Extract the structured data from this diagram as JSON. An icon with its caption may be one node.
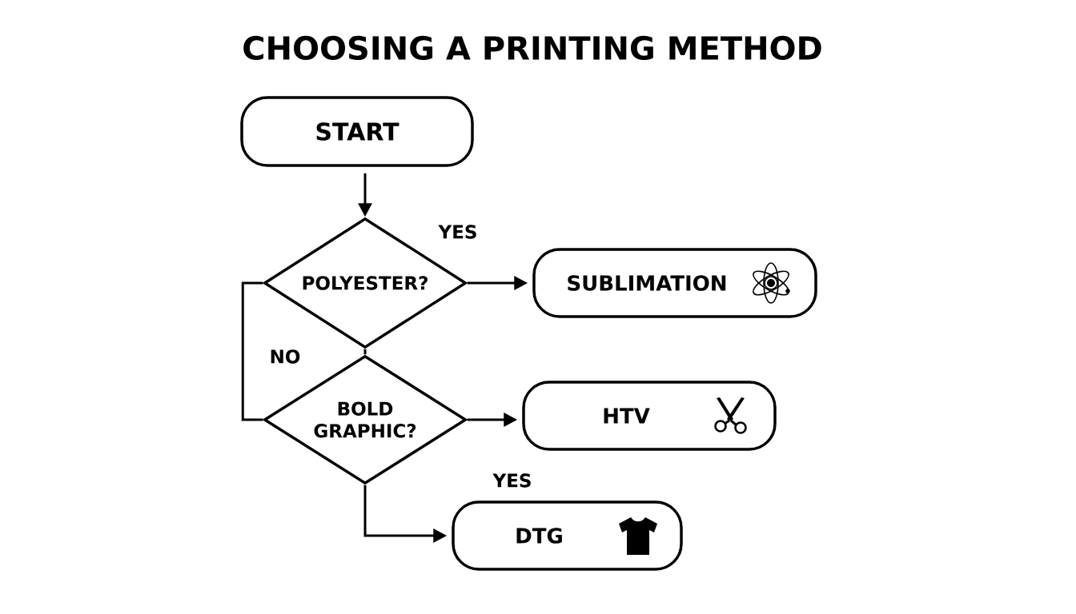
{
  "diagram": {
    "title": "CHOOSING A PRINTING METHOD",
    "nodes": [
      {
        "text": [
          "START"
        ]
      },
      {
        "text": [
          "POLYESTER?"
        ]
      },
      {
        "text": [
          "SUBLIMATION"
        ]
      },
      {
        "text": [
          "BOLD GRAPHIC?"
        ]
      },
      {
        "text": [
          "HTV"
        ]
      },
      {
        "text": [
          "DTG"
        ]
      }
    ],
    "edges": [
      {
        "from": 0,
        "to": 1,
        "arrow": "to"
      },
      {
        "from": 1,
        "to": 2,
        "arrow": "to",
        "label": "YES"
      },
      {
        "from": 1,
        "to": 3,
        "arrow": "none"
      },
      {
        "from": 1,
        "to": 3,
        "arrow": "none",
        "label": "NO"
      },
      {
        "from": 3,
        "to": 4,
        "arrow": "to"
      },
      {
        "from": 3,
        "to": 5,
        "arrow": "to",
        "label": "YES"
      }
    ]
  }
}
